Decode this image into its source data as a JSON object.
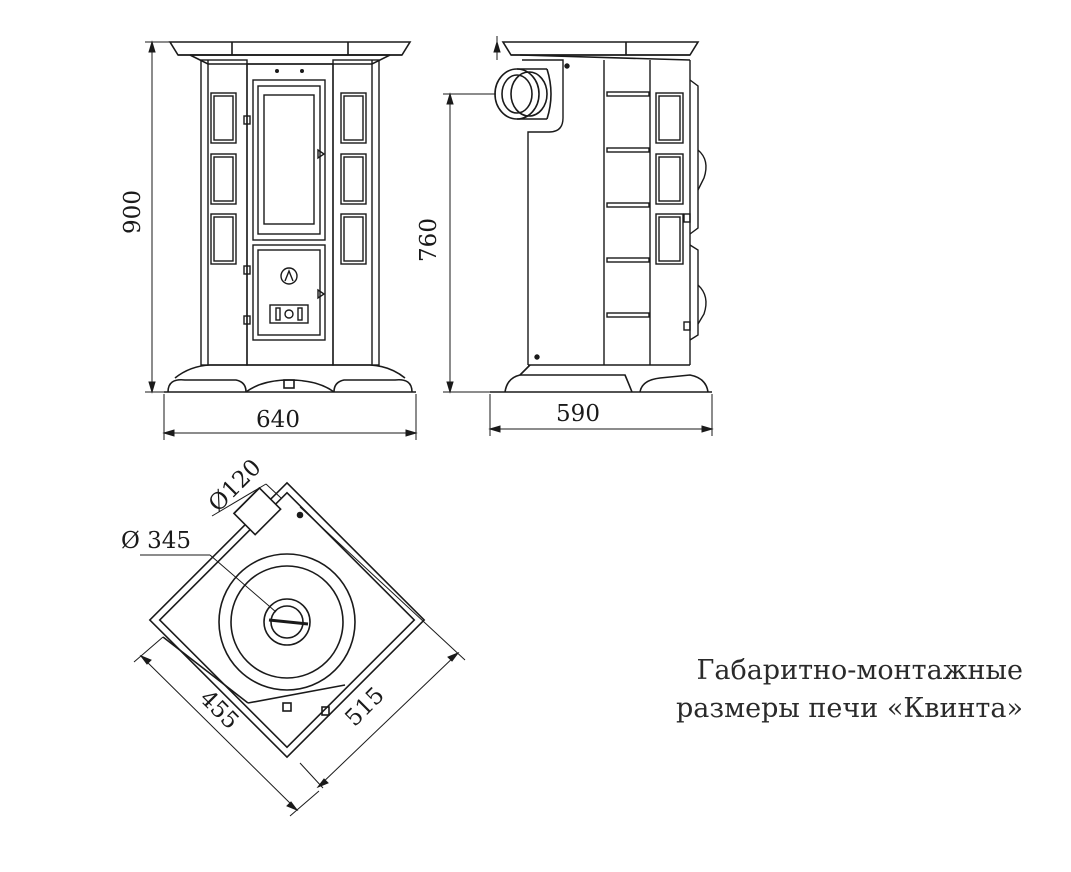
{
  "dimensions": {
    "front_height": "900",
    "front_width": "640",
    "side_flue_height": "760",
    "side_depth": "590",
    "flue_diameter": "Ø120",
    "cooktop_diameter": "Ø 345",
    "corner_side_a": "455",
    "corner_side_b": "515"
  },
  "caption": {
    "line1": "Габаритно-монтажные",
    "line2": "размеры печи «Квинта»"
  }
}
